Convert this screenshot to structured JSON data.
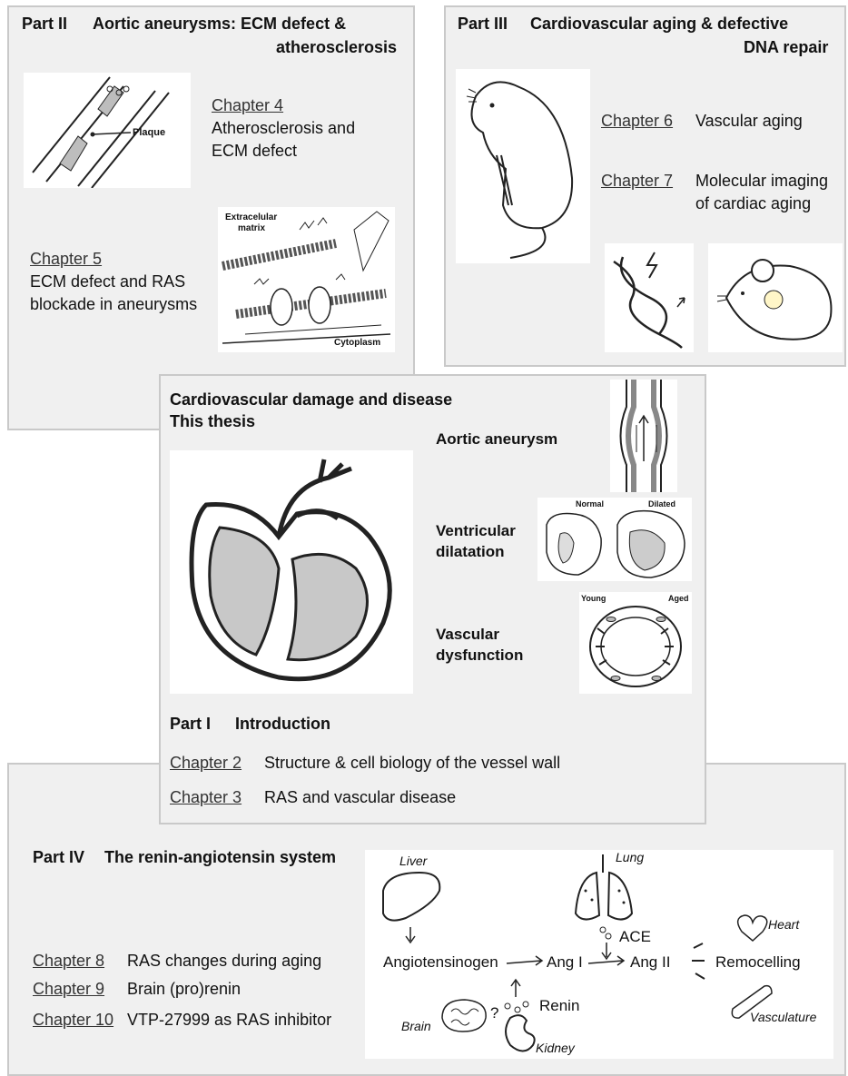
{
  "part2": {
    "heading_part": "Part II",
    "heading_title_1": "Aortic aneurysms: ECM defect &",
    "heading_title_2": "atherosclerosis",
    "ch4_label": "Chapter 4",
    "ch4_line1": "Atherosclerosis and",
    "ch4_line2": "ECM defect",
    "ch5_label": "Chapter 5",
    "ch5_line1": "ECM defect and RAS",
    "ch5_line2": "blockade in aneurysms",
    "plaque_label": "Plaque",
    "ecm_label_1": "Extracelular",
    "ecm_label_2": "matrix",
    "cytoplasm_label": "Cytoplasm"
  },
  "part3": {
    "heading_part": "Part III",
    "heading_title_1": "Cardiovascular aging & defective",
    "heading_title_2": "DNA repair",
    "ch6_label": "Chapter 6",
    "ch6_text": "Vascular aging",
    "ch7_label": "Chapter 7",
    "ch7_line1": "Molecular imaging",
    "ch7_line2": "of cardiac aging"
  },
  "center": {
    "title_1": "Cardiovascular damage and disease",
    "title_2": "This thesis",
    "aneurysm": "Aortic aneurysm",
    "ventricular_1": "Ventricular",
    "ventricular_2": "dilatation",
    "vascular_1": "Vascular",
    "vascular_2": "dysfunction",
    "normal_label": "Normal",
    "dilated_label": "Dilated",
    "young_label": "Young",
    "aged_label": "Aged"
  },
  "part1": {
    "heading_part": "Part I",
    "heading_title": "Introduction",
    "ch2_label": "Chapter 2",
    "ch2_text": "Structure & cell biology of the vessel wall",
    "ch3_label": "Chapter 3",
    "ch3_text": "RAS and vascular disease"
  },
  "part4": {
    "heading_part": "Part IV",
    "heading_title": "The renin-angiotensin system",
    "ch8_label": "Chapter 8",
    "ch8_text": "RAS changes during aging",
    "ch9_label": "Chapter 9",
    "ch9_text": "Brain (pro)renin",
    "ch10_label": "Chapter 10",
    "ch10_text": "VTP-27999 as RAS inhibitor",
    "ras": {
      "liver": "Liver",
      "lung": "Lung",
      "ace": "ACE",
      "heart": "Heart",
      "angiotensinogen": "Angiotensinogen",
      "ang1": "Ang I",
      "ang2": "Ang II",
      "remodelling": "Remocelling",
      "renin": "Renin",
      "brain": "Brain",
      "question": "?",
      "kidney": "Kidney",
      "vasculature": "Vasculature"
    }
  }
}
